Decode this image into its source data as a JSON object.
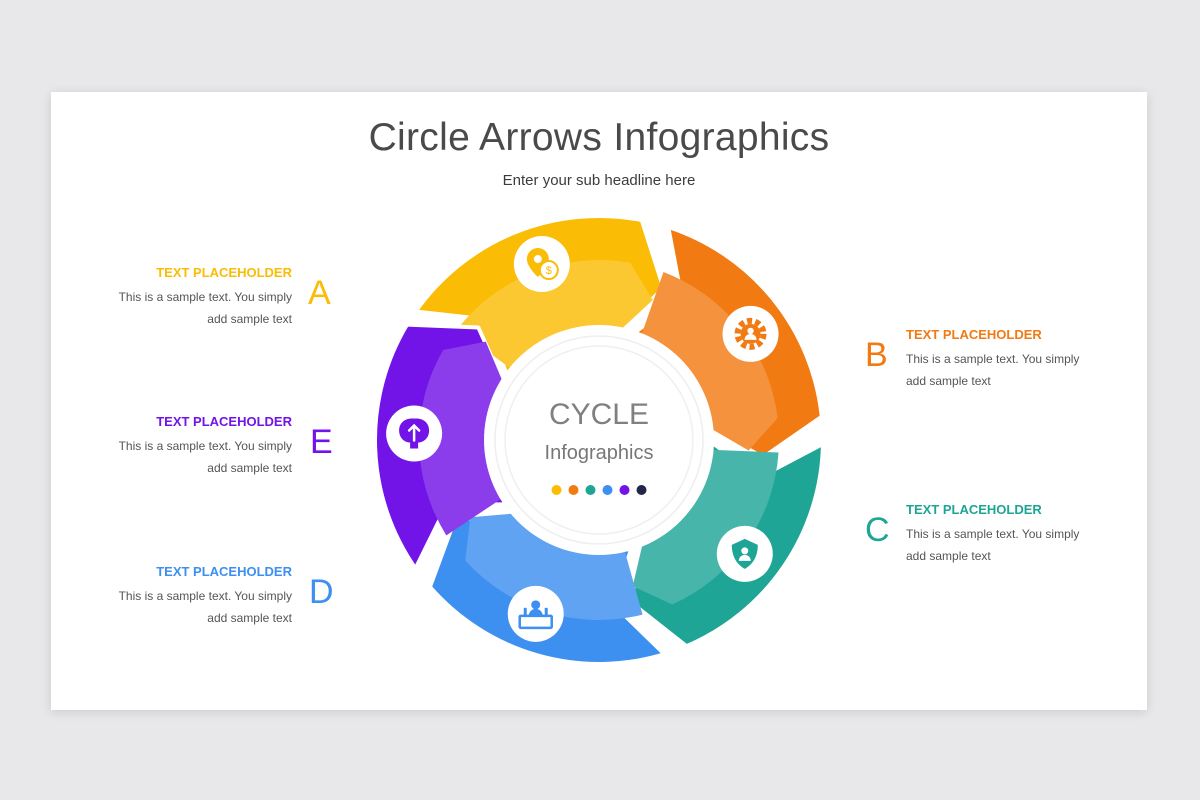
{
  "title": "Circle Arrows Infographics",
  "subtitle": "Enter your sub headline here",
  "center": {
    "title": "CYCLE",
    "subtitle": "Infographics",
    "dot_colors": [
      "#fbbc05",
      "#f27a12",
      "#1ea596",
      "#3d8ff0",
      "#7213e8",
      "#22264a"
    ]
  },
  "items": [
    {
      "letter": "A",
      "heading": "TEXT PLACEHOLDER",
      "line1": "This is a sample text. You simply",
      "line2": "add sample text",
      "color": "#fbbc05",
      "icon": "location-dollar-icon"
    },
    {
      "letter": "B",
      "heading": "TEXT PLACEHOLDER",
      "line1": "This is a sample text. You simply",
      "line2": "add sample text",
      "color": "#f27a12",
      "icon": "gear-person-icon"
    },
    {
      "letter": "C",
      "heading": "TEXT PLACEHOLDER",
      "line1": "This is a sample text. You simply",
      "line2": "add sample text",
      "color": "#1ea596",
      "icon": "shield-user-icon"
    },
    {
      "letter": "D",
      "heading": "TEXT PLACEHOLDER",
      "line1": "This is a sample text. You simply",
      "line2": "add sample text",
      "color": "#3d8ff0",
      "icon": "meeting-icon"
    },
    {
      "letter": "E",
      "heading": "TEXT PLACEHOLDER",
      "line1": "This is a sample text. You simply",
      "line2": "add sample text",
      "color": "#7213e8",
      "icon": "brain-upload-icon"
    }
  ]
}
